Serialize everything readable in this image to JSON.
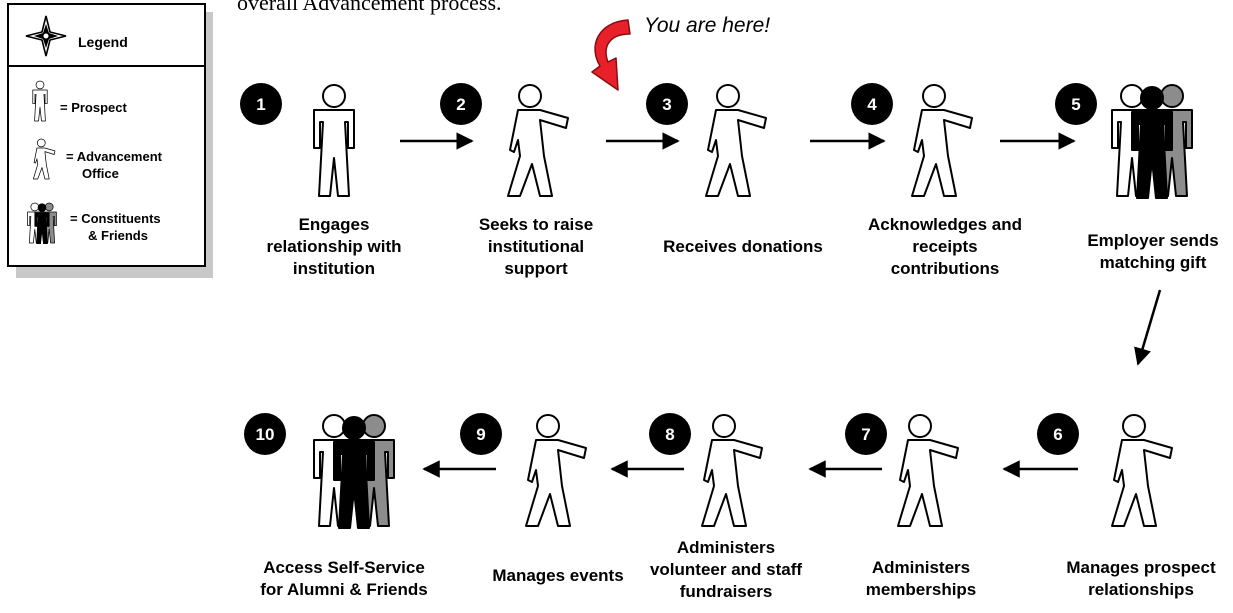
{
  "intro_text": "overall Advancement process.",
  "here_label": "You are here!",
  "legend": {
    "title": "Legend",
    "items": [
      {
        "icon": "prospect-figure-icon",
        "lines": [
          "= Prospect"
        ]
      },
      {
        "icon": "advancement-office-figure-icon",
        "lines": [
          "= Advancement",
          "Office"
        ]
      },
      {
        "icon": "constituents-group-icon",
        "lines": [
          "= Constituents",
          "& Friends"
        ]
      }
    ]
  },
  "steps": [
    {
      "number": "1",
      "figure": "prospect-figure-icon",
      "caption": [
        "Engages",
        "relationship with",
        "institution"
      ]
    },
    {
      "number": "2",
      "figure": "advancement-office-figure-icon",
      "caption": [
        "Seeks to raise",
        "institutional",
        "support"
      ]
    },
    {
      "number": "3",
      "figure": "advancement-office-figure-icon",
      "caption": [
        "Receives donations"
      ]
    },
    {
      "number": "4",
      "figure": "advancement-office-figure-icon",
      "caption": [
        "Acknowledges and",
        "receipts",
        "contributions"
      ]
    },
    {
      "number": "5",
      "figure": "constituents-group-icon",
      "caption": [
        "Employer sends",
        "matching gift"
      ]
    },
    {
      "number": "6",
      "figure": "advancement-office-figure-icon",
      "caption": [
        "Manages prospect",
        "relationships"
      ]
    },
    {
      "number": "7",
      "figure": "advancement-office-figure-icon",
      "caption": [
        "Administers",
        "memberships"
      ]
    },
    {
      "number": "8",
      "figure": "advancement-office-figure-icon",
      "caption": [
        "Administers",
        "volunteer and staff",
        "fundraisers"
      ]
    },
    {
      "number": "9",
      "figure": "advancement-office-figure-icon",
      "caption": [
        "Manages events"
      ]
    },
    {
      "number": "10",
      "figure": "constituents-group-icon",
      "caption": [
        "Access Self-Service",
        "for Alumni & Friends"
      ]
    }
  ],
  "colors": {
    "step_badge": "#000000",
    "here_arrow": "#e8202a",
    "group_gray": "#8c8c8c",
    "legend_shadow": "#c8c8c8"
  }
}
